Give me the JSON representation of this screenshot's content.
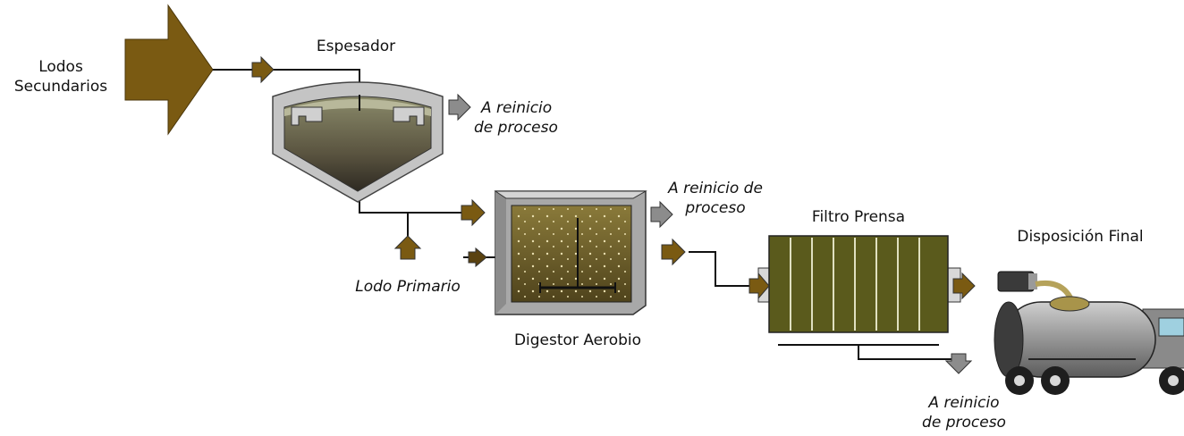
{
  "labels": {
    "input_line1": "Lodos",
    "input_line2": "Secundarios",
    "thickener": "Espesador",
    "return_1_line1": "A reinicio",
    "return_1_line2": "de proceso",
    "return_2_line1": "A reinicio de",
    "return_2_line2": "proceso",
    "primary_sludge": "Lodo Primario",
    "digester": "Digestor Aerobio",
    "filter_press": "Filtro Prensa",
    "final_disposal": "Disposición Final",
    "return_3_line1": "A reinicio",
    "return_3_line2": "de proceso"
  },
  "colors": {
    "sludge_brown": "#7a5a12",
    "press_olive": "#5a5a1c",
    "return_gray": "#8c8c8c",
    "vessel_gray": "#bdbdbd",
    "truck_gray": "#7b7b7b"
  }
}
